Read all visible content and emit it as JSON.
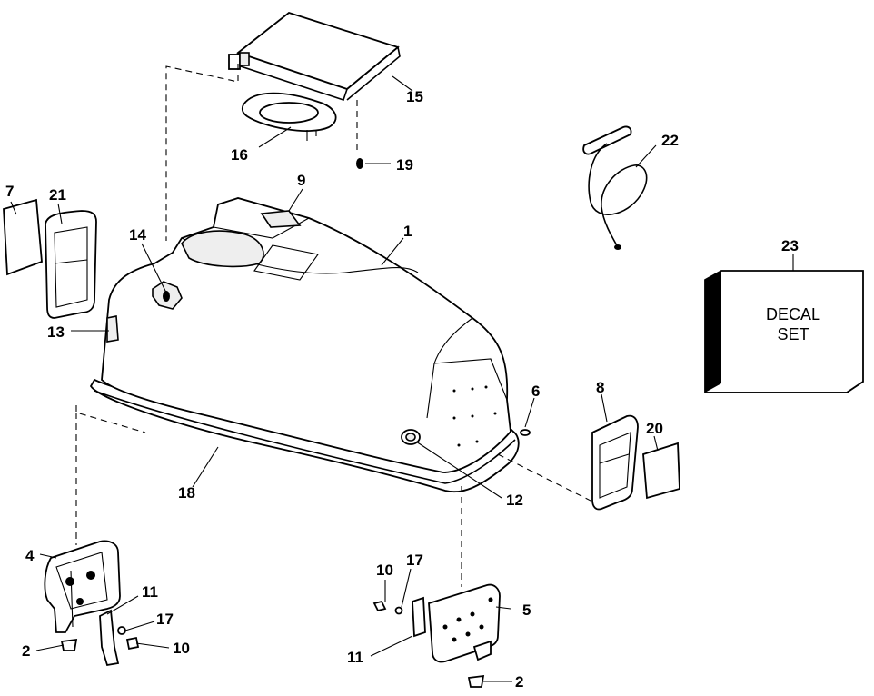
{
  "callouts": {
    "c1": "1",
    "c2a": "2",
    "c2b": "2",
    "c4": "4",
    "c5": "5",
    "c6": "6",
    "c7": "7",
    "c8": "8",
    "c9": "9",
    "c10a": "10",
    "c10b": "10",
    "c11a": "11",
    "c11b": "11",
    "c12": "12",
    "c13": "13",
    "c14": "14",
    "c15": "15",
    "c16": "16",
    "c17a": "17",
    "c17b": "17",
    "c18": "18",
    "c19": "19",
    "c20": "20",
    "c21": "21",
    "c22": "22",
    "c23": "23"
  },
  "decal_box": {
    "line1": "DECAL",
    "line2": "SET"
  }
}
